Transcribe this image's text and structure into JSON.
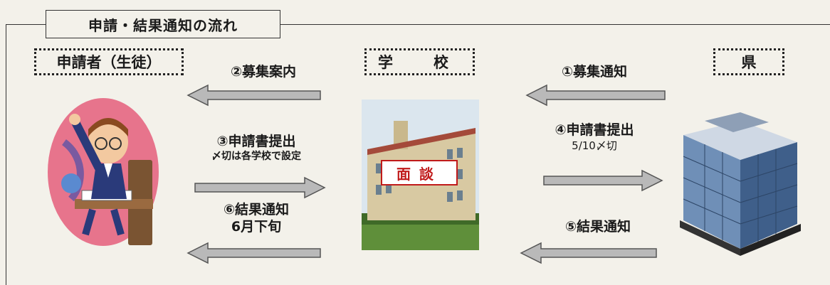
{
  "title": "申請・結果通知の流れ",
  "actors": {
    "applicant": "申請者（生徒）",
    "school": "学　校",
    "prefecture": "県"
  },
  "steps": {
    "s1": "①募集通知",
    "s2": "②募集案内",
    "s3": "③申請書提出",
    "s3_note": "〆切は各学校で設定",
    "s4": "④申請書提出",
    "s4_note": "5/10〆切",
    "s5": "⑤結果通知",
    "s6": "⑥結果通知",
    "s6_note": "6月下旬"
  },
  "interview_stamp": "面談",
  "colors": {
    "arrow_fill": "#b9b9b9",
    "arrow_stroke": "#555555",
    "stamp_red": "#c01a1a",
    "background": "#f3f1ea"
  }
}
